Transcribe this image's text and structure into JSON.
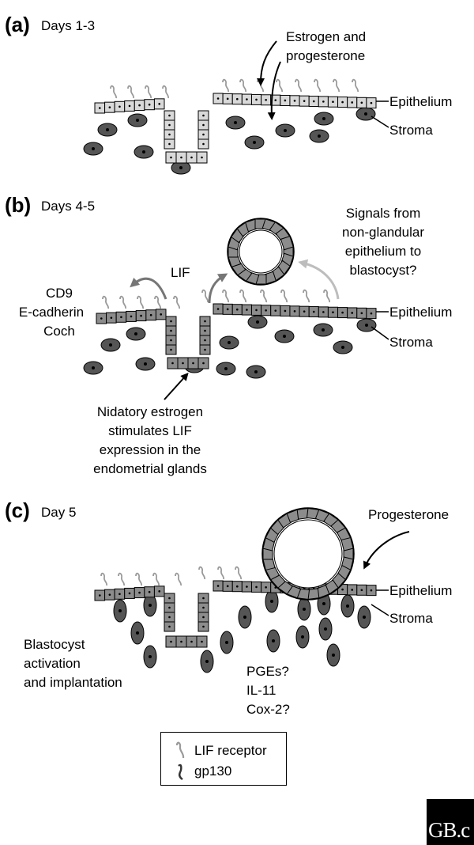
{
  "panels": [
    {
      "label": "(a)",
      "title": "Days 1-3"
    },
    {
      "label": "(b)",
      "title": "Days 4-5"
    },
    {
      "label": "(c)",
      "title": "Day 5"
    }
  ],
  "panel_a": {
    "hormone_line1": "Estrogen and",
    "hormone_line2": "progesterone",
    "epithelium": "Epithelium",
    "stroma": "Stroma"
  },
  "panel_b": {
    "markers": [
      "CD9",
      "E-cadherin",
      "Coch"
    ],
    "lif": "LIF",
    "signals": [
      "Signals from",
      "non-glandular",
      "epithelium to",
      "blastocyst?"
    ],
    "epithelium": "Epithelium",
    "stroma": "Stroma",
    "nidatory": [
      "Nidatory estrogen",
      "stimulates LIF",
      "expression in the",
      "endometrial glands"
    ]
  },
  "panel_c": {
    "progesterone": "Progesterone",
    "epithelium": "Epithelium",
    "stroma": "Stroma",
    "activation": [
      "Blastocyst",
      "activation",
      "and implantation"
    ],
    "factors": [
      "PGEs?",
      "IL-11",
      "Cox-2?"
    ]
  },
  "legend": {
    "lif_receptor": "LIF receptor",
    "gp130": "gp130"
  },
  "logo_text": "GB.c",
  "colors": {
    "cell_light": "#d9d9d9",
    "cell_dark": "#8c8c8c",
    "stroma_cell": "#555555",
    "lif_receptor": "#9a9a9a",
    "gp130": "#333333",
    "grey_arrow": "#767676",
    "light_arrow": "#bdbdbd"
  }
}
